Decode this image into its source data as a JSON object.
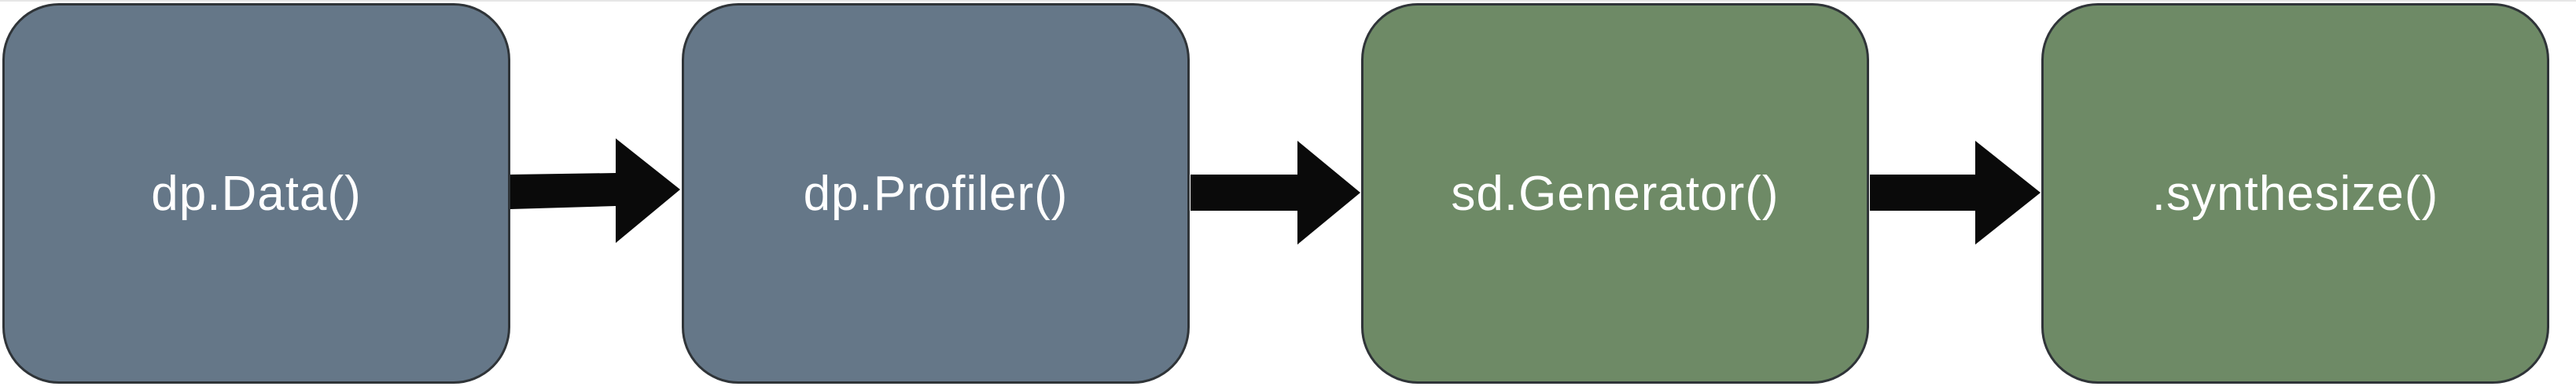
{
  "diagram": {
    "nodes": [
      {
        "id": "data",
        "label": "dp.Data()",
        "fill": "#657788"
      },
      {
        "id": "profiler",
        "label": "dp.Profiler()",
        "fill": "#657788"
      },
      {
        "id": "generator",
        "label": "sd.Generator()",
        "fill": "#6e8a66"
      },
      {
        "id": "synthesize",
        "label": ".synthesize()",
        "fill": "#6e8a66"
      }
    ],
    "edges": [
      {
        "from": "data",
        "to": "profiler"
      },
      {
        "from": "profiler",
        "to": "generator"
      },
      {
        "from": "generator",
        "to": "synthesize"
      }
    ],
    "arrow_color": "#0a0a0a",
    "border_color": "#2f3438"
  }
}
